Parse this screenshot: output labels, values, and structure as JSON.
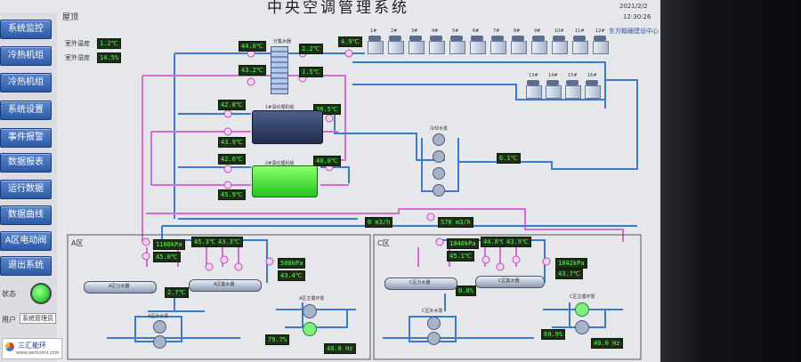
{
  "app": {
    "title": "中央空调管理系统",
    "datetime": {
      "date": "2021/2/2",
      "time": "12:30:26"
    },
    "company": "东方翰珊建设中心",
    "section": "屋顶",
    "logo": "三汇能环",
    "logo_url": "www.sanhuimi.com"
  },
  "sidebar": {
    "items": [
      {
        "label": "系统监控"
      },
      {
        "label": "冷热机组"
      },
      {
        "label": "冷热机组"
      },
      {
        "label": "系统设置"
      },
      {
        "label": "事件报警"
      },
      {
        "label": "数据报表"
      },
      {
        "label": "运行数据"
      },
      {
        "label": "数据曲线"
      },
      {
        "label": "A区电动阀"
      },
      {
        "label": "退出系统"
      }
    ],
    "status_label": "状态",
    "status_color": "#3ee34c",
    "user_label": "用户",
    "user_value": "系统管理员"
  },
  "outdoor": {
    "temp_label": "室外温度",
    "temp_value": "1.2℃",
    "humidity_label": "室外湿度",
    "humidity_value": "14.5%"
  },
  "manifold": {
    "label": "分集水器"
  },
  "main_readings": {
    "r1": "44.0℃",
    "r2": "43.2℃",
    "r3": "2.2℃",
    "r4": "1.5℃",
    "r5": "4.9℃",
    "r6": "42.8℃",
    "r7": "43.9℃",
    "r8": "38.5℃",
    "r9": "42.6℃",
    "r10": "45.9℃",
    "r11": "40.8℃",
    "r12": "6.1℃",
    "flow1": "0 m3/h",
    "flow2": "570 m3/h"
  },
  "chillers": {
    "unit1_label": "1#溴化锂机组",
    "unit2_label": "2#溴化锂机组"
  },
  "pumps_top": {
    "label": "冷却水泵"
  },
  "zone_a": {
    "label": "A区",
    "pressure": "1100kPa",
    "supply_temp": "45.0℃",
    "p1": "45.3℃",
    "p2": "43.3℃",
    "return_temp": "2.7℃",
    "pressure2": "500kPa",
    "temp3": "43.4℃",
    "header_supply": "A区分水器",
    "header_return": "A区集水器",
    "pump_label": "A区补水泵",
    "pump_label2": "A区主循环泵",
    "humidity": "79.7%",
    "hz": "40.0 Hz"
  },
  "zone_c": {
    "label": "C区",
    "pressure": "1040kPa",
    "supply_temp": "45.1℃",
    "p1": "44.8℃",
    "p2": "43.9℃",
    "return_temp": "0.0%",
    "pressure2": "1042kPa",
    "temp3": "43.7℃",
    "header_supply": "C区分水器",
    "header_return": "C区集水器",
    "pump_label": "C区补水泵",
    "pump_label2": "C区主循环泵",
    "humidity": "69.9%",
    "hz": "40.0 Hz"
  },
  "towers": {
    "row1": [
      "1#",
      "2#",
      "3#",
      "4#",
      "5#",
      "6#",
      "7#",
      "8#",
      "9#",
      "10#",
      "11#",
      "12#"
    ],
    "row2": [
      "13#",
      "14#",
      "15#",
      "16#"
    ]
  }
}
